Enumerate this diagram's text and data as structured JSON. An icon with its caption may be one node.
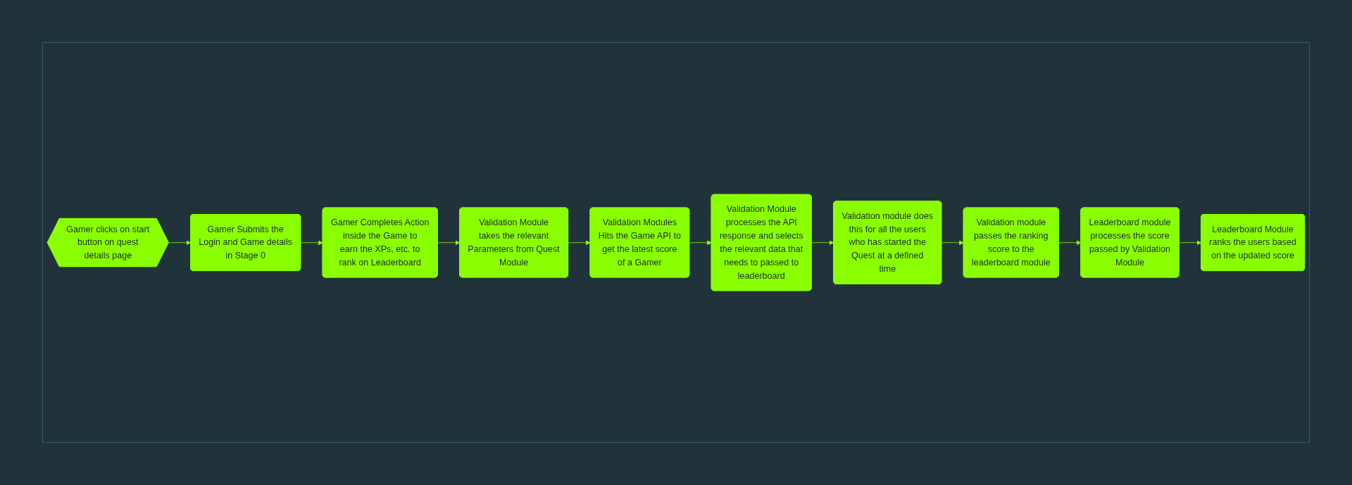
{
  "diagram": {
    "nodes": [
      {
        "text": [
          "Gamer clicks on start button on quest details page"
        ]
      },
      {
        "text": [
          "Gamer Submits the Login and Game details in Stage 0"
        ]
      },
      {
        "text": [
          "Gamer Completes Action inside the Game to earn the XPs, etc. to rank on Leaderboard"
        ]
      },
      {
        "text": [
          "Validation Module takes the relevant Parameters from Quest Module"
        ]
      },
      {
        "text": [
          "Validation Modules Hits the Game API to get the latest score of a Gamer"
        ]
      },
      {
        "text": [
          "Validation Module processes the API response and selects the relevant data that needs to passed to leaderboard"
        ]
      },
      {
        "text": [
          "Validation module does this for all the users who has started the Quest at a defined time"
        ]
      },
      {
        "text": [
          "Validation module passes the ranking score to the leaderboard module"
        ]
      },
      {
        "text": [
          "Leaderboard module processes the score passed by Validation Module"
        ]
      },
      {
        "text": [
          "Leaderboard Module ranks the users based on the updated score"
        ]
      }
    ],
    "edges": [
      {
        "from": 0,
        "to": 1,
        "arrow": "to"
      },
      {
        "from": 1,
        "to": 2,
        "arrow": "to"
      },
      {
        "from": 2,
        "to": 3,
        "arrow": "to"
      },
      {
        "from": 3,
        "to": 4,
        "arrow": "to"
      },
      {
        "from": 4,
        "to": 5,
        "arrow": "to"
      },
      {
        "from": 5,
        "to": 6,
        "arrow": "to"
      },
      {
        "from": 6,
        "to": 7,
        "arrow": "to"
      },
      {
        "from": 7,
        "to": 8,
        "arrow": "to"
      },
      {
        "from": 8,
        "to": 9,
        "arrow": "to"
      }
    ]
  }
}
